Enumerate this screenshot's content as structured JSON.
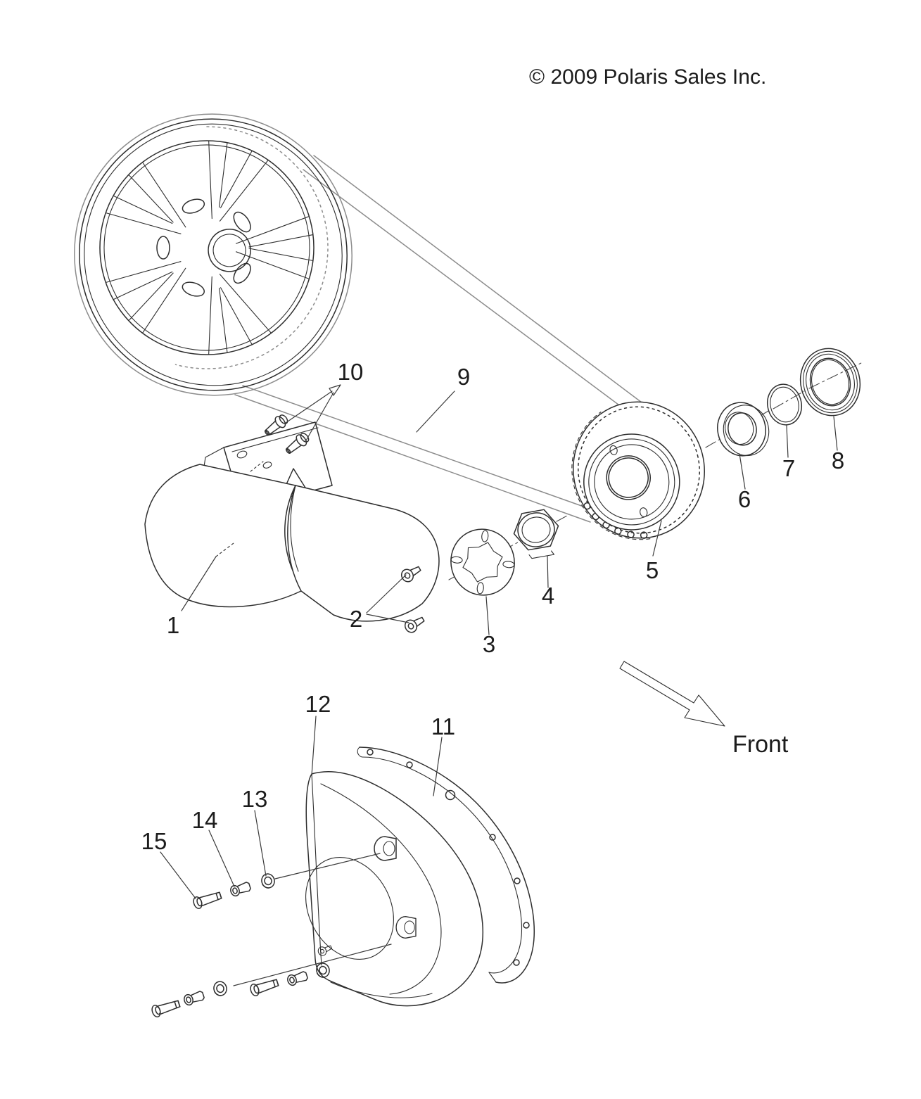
{
  "page": {
    "copyright": "© 2009 Polaris Sales Inc.",
    "front_label": "Front"
  },
  "colors": {
    "background": "#ffffff",
    "line": "#2e2e2e",
    "soft_line": "#8c8c8c",
    "text": "#1c1c1c"
  },
  "callouts": [
    {
      "n": "1"
    },
    {
      "n": "2"
    },
    {
      "n": "3"
    },
    {
      "n": "4"
    },
    {
      "n": "5"
    },
    {
      "n": "6"
    },
    {
      "n": "7"
    },
    {
      "n": "8"
    },
    {
      "n": "9"
    },
    {
      "n": "10"
    },
    {
      "n": "11"
    },
    {
      "n": "12"
    },
    {
      "n": "13"
    },
    {
      "n": "14"
    },
    {
      "n": "15"
    }
  ]
}
